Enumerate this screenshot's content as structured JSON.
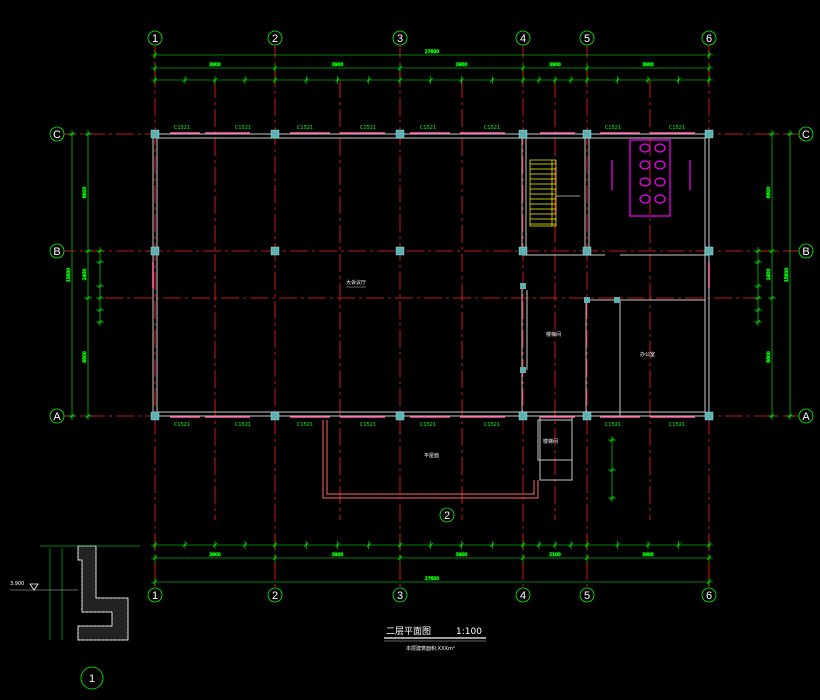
{
  "colors": {
    "background": "#000000",
    "axis_line": "#ff2020",
    "dimension": "#00ff00",
    "wall": "#c8c8c8",
    "column": "#5fb0b0",
    "window": "#ff66aa",
    "fixture": "#ff00ff",
    "stair": "#ffff00",
    "text": "#ffffff"
  },
  "grid": {
    "columns": [
      "1",
      "2",
      "3",
      "4",
      "5",
      "6"
    ],
    "rows": [
      "C",
      "B",
      "A"
    ],
    "extra_axis": "2"
  },
  "dimensions": {
    "overall_top": "27600",
    "overall_bottom": "27600",
    "bays_top": [
      "3900",
      "3900",
      "3900",
      "3900",
      "3900",
      "3900"
    ],
    "bays_bottom": [
      "3900",
      "3900",
      "3900",
      "2100",
      "3900",
      "3900"
    ],
    "left_spans": [
      "6600",
      "2400",
      "6600"
    ],
    "left_total": "15600",
    "right_spans": [
      "6600",
      "2400",
      "6600"
    ],
    "right_total": "15600"
  },
  "labels": {
    "window_tags": [
      "C1521",
      "C1521",
      "C1521",
      "C1521",
      "C1521",
      "C1521",
      "C1521",
      "C1521"
    ],
    "big_hall": "大会议厅",
    "stair_room": "楼梯间",
    "office": "办公室",
    "roof": "平屋面",
    "detail_no": "1"
  },
  "title_block": {
    "title": "二层平面图",
    "scale": "1:100",
    "note": "本层建筑面积:XXXm²"
  },
  "detail": {
    "elevation": "3.900"
  }
}
